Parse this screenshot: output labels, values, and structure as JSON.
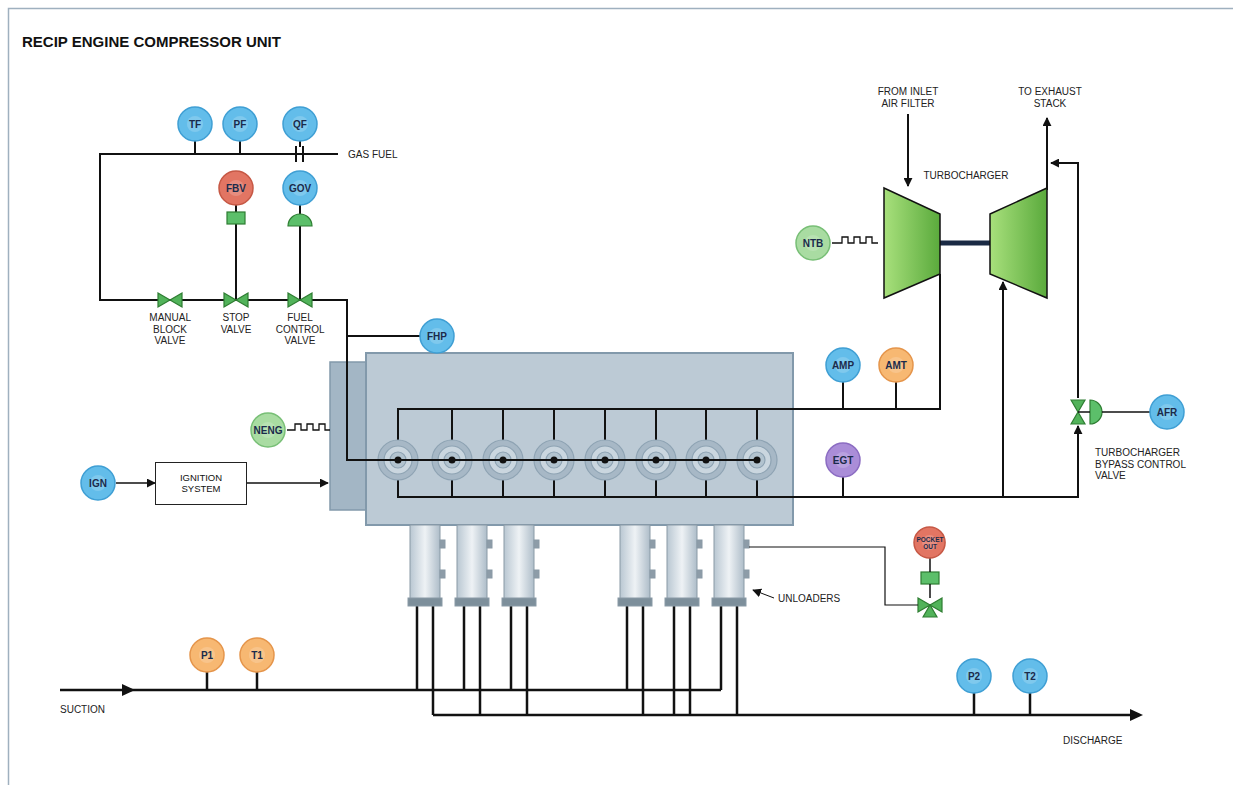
{
  "diagram": {
    "title": "RECIP ENGINE COMPRESSOR UNIT",
    "nodes": [
      {
        "text": [
          "TF"
        ]
      },
      {
        "text": [
          "PF"
        ]
      },
      {
        "text": [
          "QF"
        ]
      },
      {
        "text": [
          "FBV"
        ]
      },
      {
        "text": [
          "GOV"
        ]
      },
      {
        "text": [
          "NTB"
        ]
      },
      {
        "text": [
          "FHP"
        ]
      },
      {
        "text": [
          "AMP"
        ]
      },
      {
        "text": [
          "AMT"
        ]
      },
      {
        "text": [
          "NENG"
        ]
      },
      {
        "text": [
          "AFR"
        ]
      },
      {
        "text": [
          "IGN"
        ]
      },
      {
        "text": [
          "IGNITION SYSTEM"
        ]
      },
      {
        "text": [
          "EGT"
        ]
      },
      {
        "text": [
          "POCKET OUT"
        ]
      },
      {
        "text": [
          "P1"
        ]
      },
      {
        "text": [
          "T1"
        ]
      },
      {
        "text": [
          "P2"
        ]
      },
      {
        "text": [
          "T2"
        ]
      }
    ],
    "edges": [
      {
        "from": 11,
        "to": 12,
        "arrow": "to"
      }
    ],
    "labels": [
      "GAS FUEL",
      "FROM INLET AIR FILTER",
      "TO EXHAUST STACK",
      "TURBOCHARGER",
      "MANUAL BLOCK VALVE",
      "STOP VALVE",
      "FUEL CONTROL VALVE",
      "TURBOCHARGER BYPASS CONTROL VALVE",
      "UNLOADERS",
      "SUCTION",
      "DISCHARGE"
    ]
  }
}
